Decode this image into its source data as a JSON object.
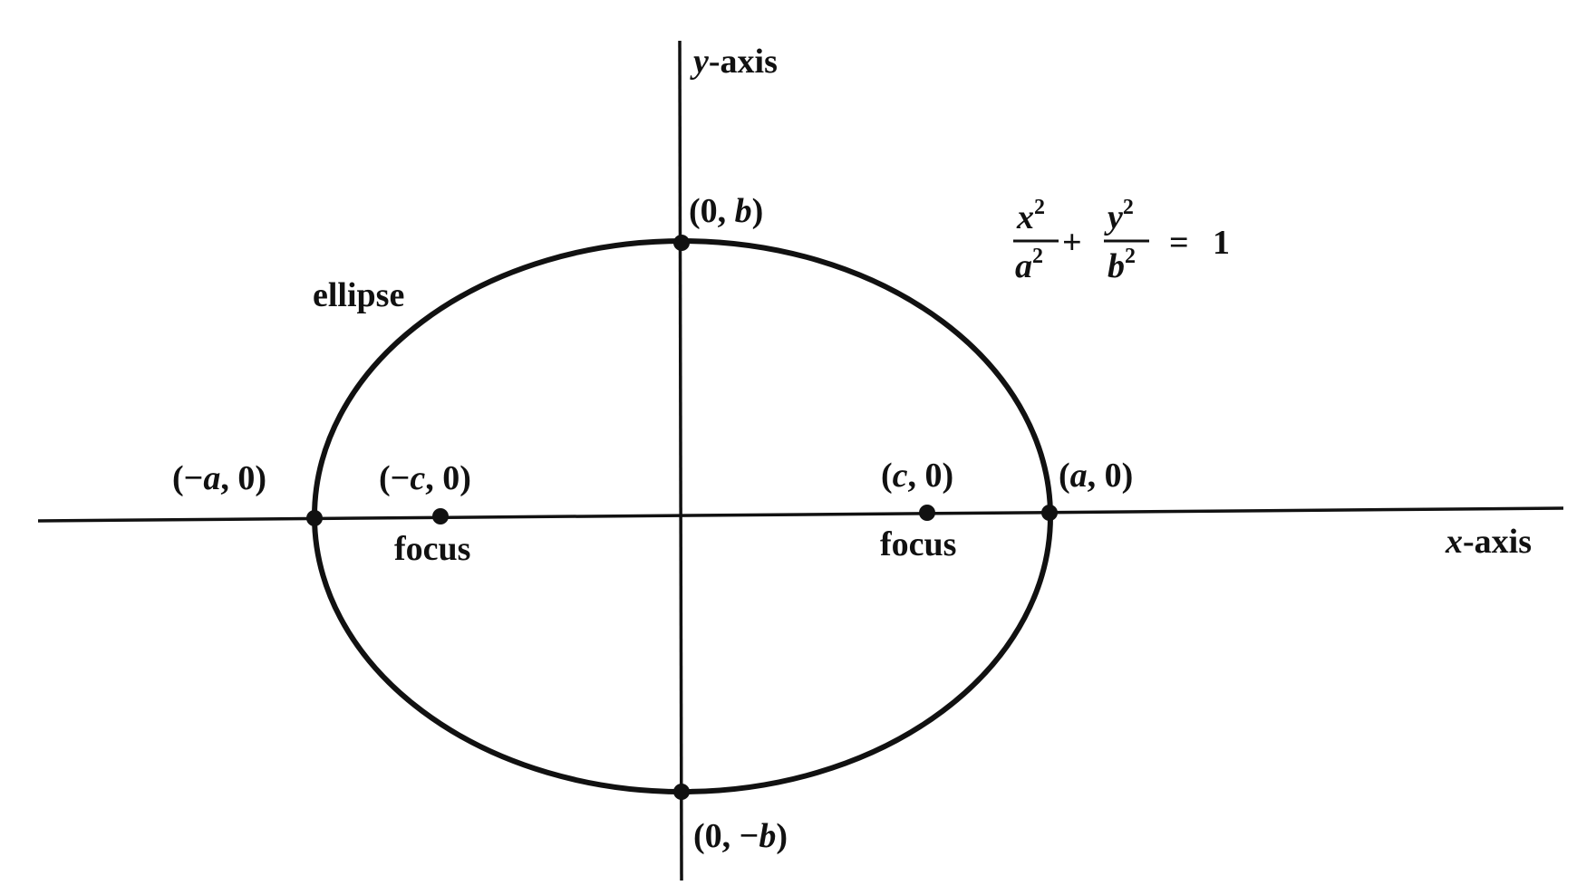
{
  "axes": {
    "x_label_var": "x",
    "x_label_rest": "-axis",
    "y_label_var": "y",
    "y_label_rest": "-axis"
  },
  "curve_label": "ellipse",
  "points": {
    "top": {
      "open": "(0, ",
      "var": "b",
      "close": ")"
    },
    "bottom": {
      "open": "(0, −",
      "var": "b",
      "close": ")"
    },
    "left_vertex": {
      "open": "(−",
      "var": "a",
      "close": ", 0)"
    },
    "right_vertex": {
      "open": "(",
      "var": "a",
      "close": ", 0)"
    },
    "left_focus": {
      "open": "(−",
      "var": "c",
      "close": ", 0)",
      "caption": "focus"
    },
    "right_focus": {
      "open": "(",
      "var": "c",
      "close": ", 0)",
      "caption": "focus"
    }
  },
  "equation": {
    "num1": "x",
    "den1": "a",
    "num2": "y",
    "den2": "b",
    "exponent": "2",
    "plus": "+",
    "equals": "=",
    "rhs": "1"
  },
  "colors": {
    "ink": "#111111",
    "background": "#ffffff"
  }
}
